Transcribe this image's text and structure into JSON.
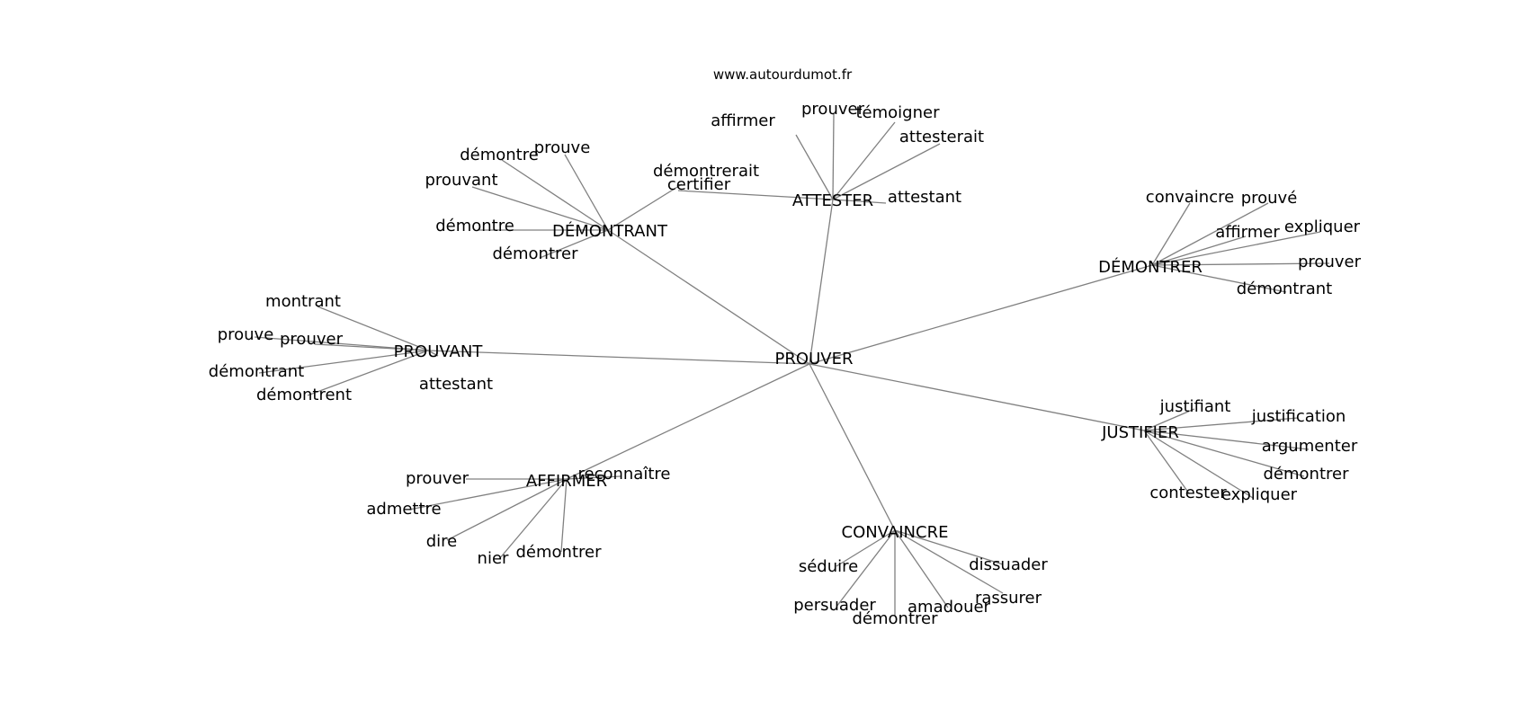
{
  "source": "www.autourdumot.fr",
  "center": "PROUVER",
  "clusters": [
    {
      "name": "ATTESTER",
      "words": [
        "affirmer",
        "prouver",
        "témoigner",
        "attesterait",
        "attestant",
        "certifier"
      ]
    },
    {
      "name": "DÉMONTRANT",
      "words": [
        "démontre",
        "prouve",
        "prouvant",
        "démontre",
        "démontrer",
        "démontrerait"
      ]
    },
    {
      "name": "DÉMONTRER",
      "words": [
        "convaincre",
        "prouvé",
        "affirmer",
        "expliquer",
        "prouver",
        "démontrant"
      ]
    },
    {
      "name": "PROUVANT",
      "words": [
        "montrant",
        "prouve",
        "prouver",
        "démontrant",
        "démontrent",
        "attestant"
      ]
    },
    {
      "name": "JUSTIFIER",
      "words": [
        "justifiant",
        "justification",
        "argumenter",
        "démontrer",
        "expliquer",
        "contester"
      ]
    },
    {
      "name": "AFFIRMER",
      "words": [
        "prouver",
        "reconnaître",
        "admettre",
        "dire",
        "nier",
        "démontrer"
      ]
    },
    {
      "name": "CONVAINCRE",
      "words": [
        "séduire",
        "persuader",
        "démontrer",
        "amadouer",
        "rassurer",
        "dissuader"
      ]
    }
  ]
}
